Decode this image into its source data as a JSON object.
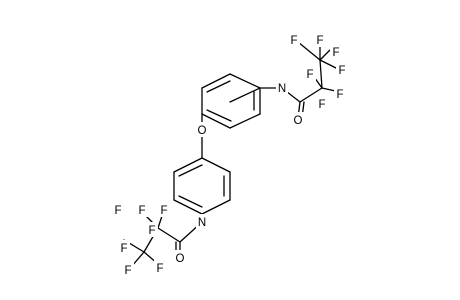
{
  "molecule": {
    "atoms": [
      {
        "id": "Fa",
        "label": "F"
      },
      {
        "id": "Fb",
        "label": "F"
      },
      {
        "id": "Fc",
        "label": "F"
      },
      {
        "id": "Fd",
        "label": "F"
      },
      {
        "id": "Fe",
        "label": "F"
      },
      {
        "id": "Ff",
        "label": "F"
      },
      {
        "id": "Fg",
        "label": "F"
      },
      {
        "id": "N1",
        "label": "N"
      },
      {
        "id": "O1",
        "label": "O"
      },
      {
        "id": "Oeth",
        "label": "O"
      },
      {
        "id": "N2",
        "label": "N"
      },
      {
        "id": "O2",
        "label": "O"
      },
      {
        "id": "Fh",
        "label": "F"
      },
      {
        "id": "Fi",
        "label": "F"
      },
      {
        "id": "Fj",
        "label": "F"
      },
      {
        "id": "Fk",
        "label": "F"
      },
      {
        "id": "Fl",
        "label": "F"
      },
      {
        "id": "Fm",
        "label": "F"
      },
      {
        "id": "Fn",
        "label": "F"
      }
    ]
  }
}
